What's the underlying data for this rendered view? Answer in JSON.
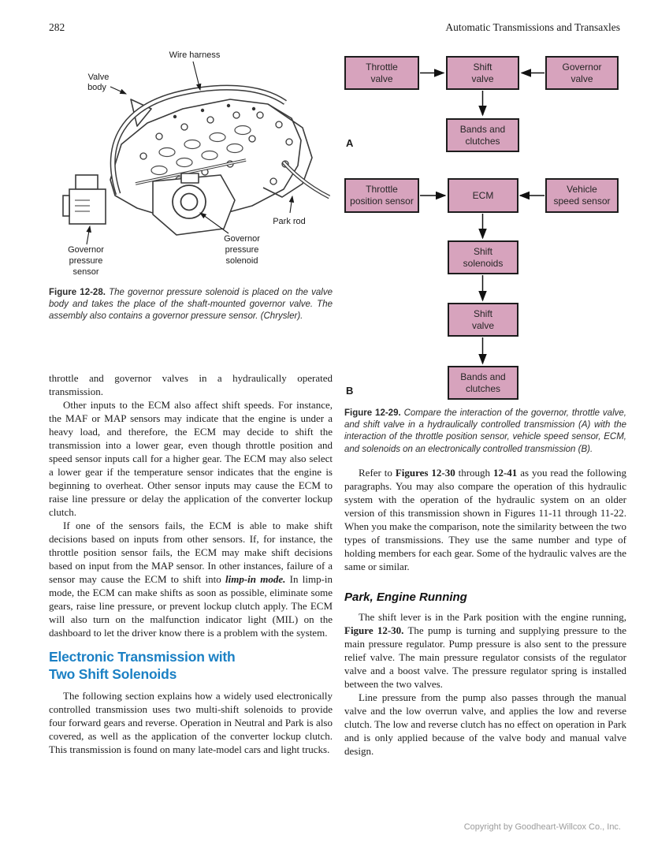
{
  "header": {
    "page_number": "282",
    "running_title": "Automatic Transmissions and Transaxles"
  },
  "figure_illustration": {
    "labels": {
      "wire_harness": "Wire harness",
      "valve_body_line1": "Valve",
      "valve_body_line2": "body",
      "park_rod": "Park rod",
      "solenoid_line1": "Governor",
      "solenoid_line2": "pressure",
      "solenoid_line3": "solenoid",
      "sensor_line1": "Governor",
      "sensor_line2": "pressure",
      "sensor_line3": "sensor"
    }
  },
  "captions": {
    "fig_12_28_label": "Figure 12-28.",
    "fig_12_28_text": " The governor pressure solenoid is placed on the valve body and takes the place of the shaft-mounted governor valve. The assembly also contains a governor pressure sensor. (Chrysler).",
    "fig_12_29_label": "Figure 12-29.",
    "fig_12_29_text": " Compare the interaction of the governor, throttle valve, and shift valve in a hydraulically controlled transmission (A) with the interaction of the throttle position sensor, vehicle speed sensor, ECM, and solenoids on an electronically controlled transmission (B)."
  },
  "diagram_a": {
    "panel_label": "A",
    "boxes": [
      "Throttle\nvalve",
      "Shift\nvalve",
      "Governor\nvalve",
      "Bands and\nclutches"
    ]
  },
  "diagram_b": {
    "panel_label": "B",
    "boxes": [
      "Throttle\nposition sensor",
      "ECM",
      "Vehicle\nspeed sensor",
      "Shift\nsolenoids",
      "Shift\nvalve",
      "Bands and\nclutches"
    ]
  },
  "left_column": {
    "para_continuation": "throttle and governor valves in a hydraulically operated transmission.",
    "para_other_inputs": "Other inputs to the ECM also affect shift speeds. For instance, the MAF or MAP sensors may indicate that the engine is under a heavy load, and therefore, the ECM may decide to shift the transmission into a lower gear, even though throttle position and speed sensor inputs call for a higher gear. The ECM may also select a lower gear if the temperature sensor indicates that the engine is beginning to overheat. Other sensor inputs may cause the ECM to raise line pressure or delay the application of the converter lockup clutch.",
    "para_sensor_fail": {
      "seg_before": "If one of the sensors fails, the ECM is able to make shift decisions based on inputs from other sensors. If, for instance, the throttle position sensor fails, the ECM may make shift decisions based on input from the MAP sensor. In other instances, failure of a sensor may cause the ECM to shift into ",
      "seg_bold": "limp-in mode.",
      "seg_after": " In limp-in mode, the ECM can make shifts as soon as possible, eliminate some gears, raise line pressure, or prevent lockup clutch apply. The ECM will also turn on the malfunction indicator light (MIL) on the dashboard to let the driver know there is a problem with the system."
    },
    "section_heading_line1": "Electronic Transmission with",
    "section_heading_line2": "Two Shift Solenoids",
    "para_following": "The following section explains how a widely used electronically controlled transmission uses two multi-shift solenoids to provide four forward gears and reverse. Operation in Neutral and Park is also covered, as well as the application of the converter lockup clutch. This transmission is found on many late-model cars and light trucks."
  },
  "right_column": {
    "para_refer": {
      "seg1": "Refer to ",
      "seg2": "Figures 12-30",
      "seg3": " through ",
      "seg4": "12-41",
      "seg5": " as you read the following paragraphs. You may also compare the operation of this hydraulic system with the operation of the hydraulic system on an older version of this transmission shown in Figures 11-11 through 11-22. When you make the comparison, note the similarity between the two types of transmissions. They use the same number and type of holding members for each gear. Some of the hydraulic valves are the same or similar."
    },
    "subheading": "Park, Engine Running",
    "para_park": {
      "seg1": "The shift lever is in the Park position with the engine running, ",
      "seg2": "Figure 12-30.",
      "seg3": " The pump is turning and supplying pressure to the main pressure regulator. Pump pressure is also sent to the pressure relief valve. The main pressure regulator consists of the regulator valve and a boost valve. The pressure regulator spring is installed between the two valves."
    },
    "para_line_pressure": "Line pressure from the pump also passes through the manual valve and the low overrun valve, and applies the low and reverse clutch. The low and reverse clutch has no effect on operation in Park and is only applied because of the valve body and manual valve design."
  },
  "footer": {
    "copyright": "Copyright by Goodheart-Willcox Co., Inc."
  },
  "colors": {
    "flow_box_fill": "#d7a3bd",
    "flow_box_border": "#1d1d1d",
    "heading_blue": "#1b80c4",
    "copyright_gray": "#9b9b9b"
  }
}
